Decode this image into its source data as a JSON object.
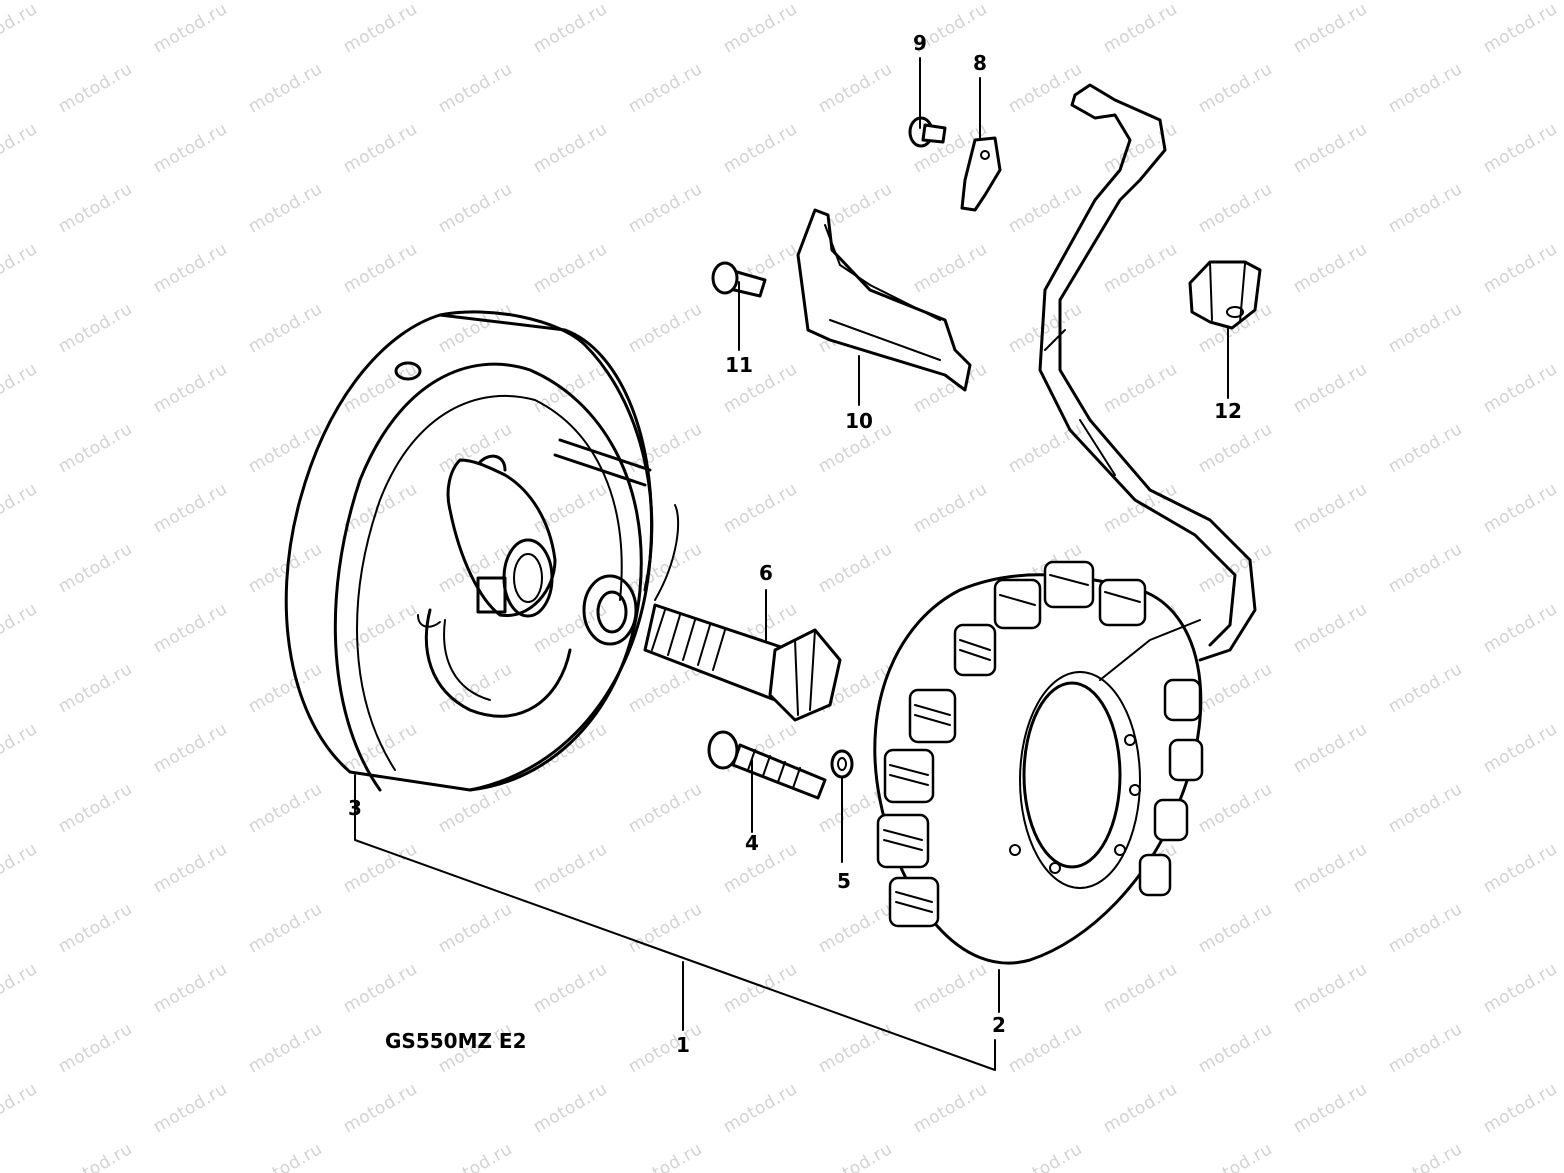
{
  "watermark": {
    "text": "motod.ru"
  },
  "model_code": "GS550MZ E2",
  "callouts": [
    {
      "id": "1",
      "label": "1"
    },
    {
      "id": "2",
      "label": "2"
    },
    {
      "id": "3",
      "label": "3"
    },
    {
      "id": "4",
      "label": "4"
    },
    {
      "id": "5",
      "label": "5"
    },
    {
      "id": "6",
      "label": "6"
    },
    {
      "id": "8",
      "label": "8"
    },
    {
      "id": "9",
      "label": "9"
    },
    {
      "id": "10",
      "label": "10"
    },
    {
      "id": "11",
      "label": "11"
    },
    {
      "id": "12",
      "label": "12"
    }
  ],
  "colors": {
    "line": "#000000",
    "background": "#ffffff",
    "watermark": "#d2d2d2"
  }
}
